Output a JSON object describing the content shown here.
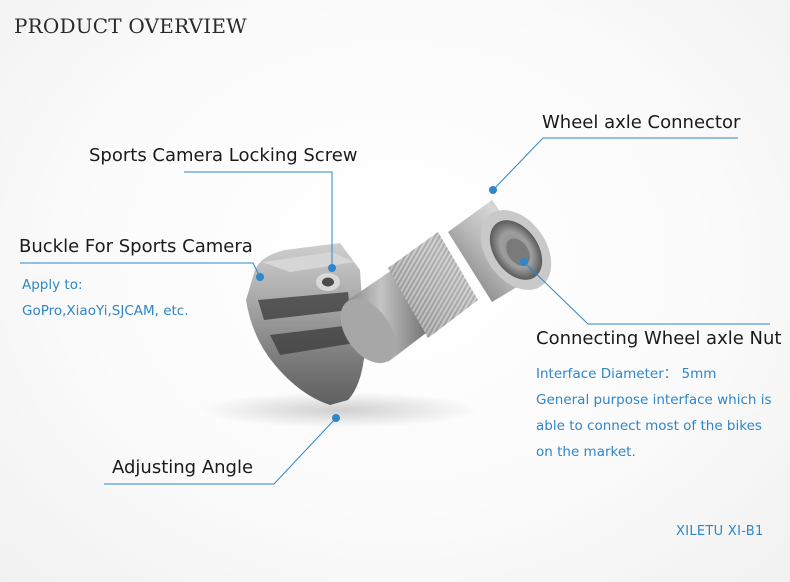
{
  "title": "PRODUCT OVERVIEW",
  "labels": {
    "wheel_axle_connector": "Wheel axle Connector",
    "locking_screw": "Sports Camera Locking Screw",
    "buckle": "Buckle For Sports Camera",
    "connecting_nut": "Connecting Wheel axle Nut",
    "adjusting_angle": "Adjusting Angle"
  },
  "apply": {
    "label": "Apply to:",
    "brands": "GoPro,XiaoYi,SJCAM, etc."
  },
  "nut_spec": {
    "diameter": "Interface Diameter：  5mm",
    "desc_1": "General purpose interface which is",
    "desc_2": "able to connect most of the bikes",
    "desc_3": "on the market."
  },
  "model": "XILETU XI-B1",
  "colors": {
    "accent": "#2f86c8",
    "text": "#1a1a1a"
  }
}
